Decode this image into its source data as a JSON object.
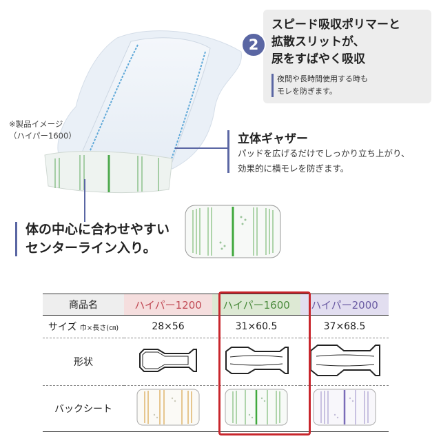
{
  "product_note": "※製品イメージ\n（ハイパー1600）",
  "feature2": {
    "number": "2",
    "title": "スピード吸収ポリマーと\n拡散スリットが、\n尿をすばやく吸収",
    "note": "夜間や長時間使用する時も\nモレを防ぎます。"
  },
  "gather": {
    "title": "立体ギャザー",
    "desc": "パッドを広げるだけでしっかり立ち上がり、\n効果的に横モレを防ぎます。"
  },
  "center_line": {
    "title": "体の中心に合わせやすい\nセンターライン入り。"
  },
  "table": {
    "header_label": "商品名",
    "products": [
      "ハイパー1200",
      "ハイパー1600",
      "ハイパー2000"
    ],
    "size_label": "サイズ",
    "size_unit": "巾×長さ(㎝)",
    "sizes": [
      "28×56",
      "31×60.5",
      "37×68.5"
    ],
    "shape_label": "形状",
    "backsheet_label": "バックシート",
    "highlighted_product": "ハイパー1600"
  },
  "colors": {
    "accent": "#5a66a3",
    "highlight": "#c8262c",
    "stripe_1200": "#d9a24a",
    "stripe_1600": "#5fae55",
    "stripe_2000": "#8a7cc0"
  }
}
